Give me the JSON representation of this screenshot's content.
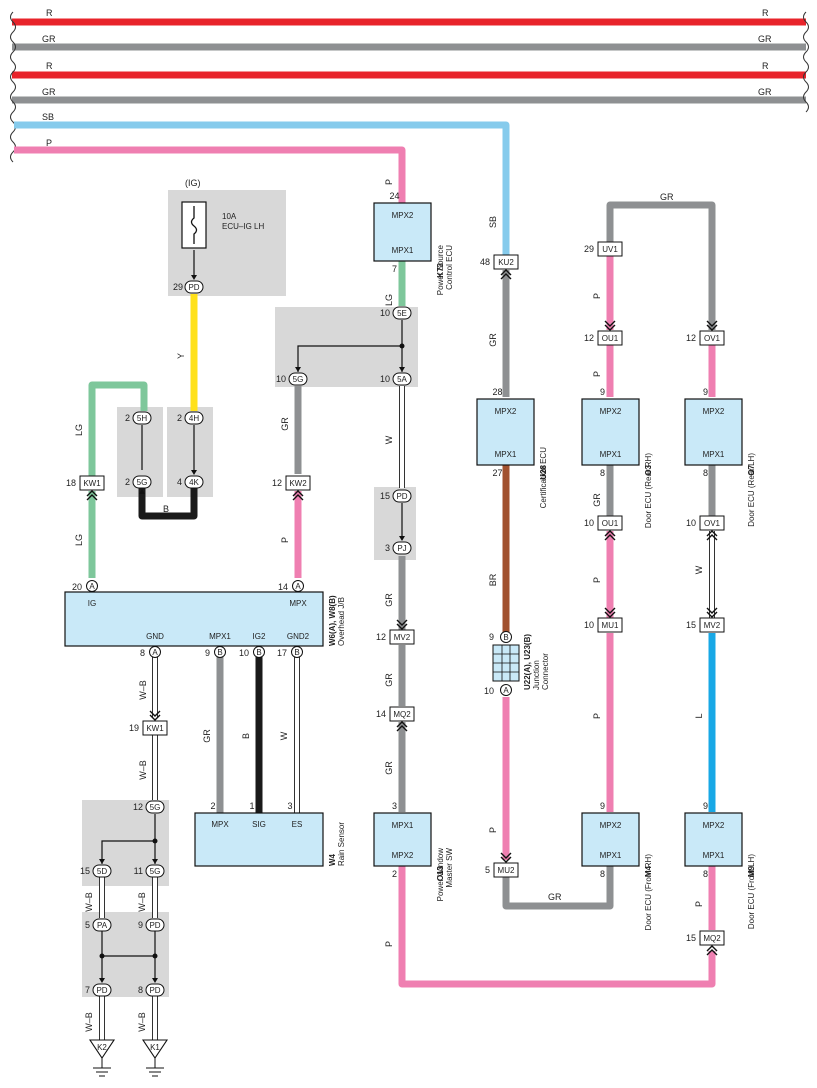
{
  "colors": {
    "R": "#e8242b",
    "GR": "#8e9092",
    "SB": "#86cbec",
    "P": "#ef7fb1",
    "LG": "#7ec79b",
    "Y": "#ffe11a",
    "B": "#1a1a1a",
    "W": "#ffffff",
    "BR": "#a1512f",
    "L": "#18a8e6",
    "WB": "#ffffff",
    "ecu": "#c9e9f8",
    "junction": "#d8d8d8"
  },
  "bus_wires": [
    {
      "code": "R"
    },
    {
      "code": "GR"
    },
    {
      "code": "R"
    },
    {
      "code": "GR"
    },
    {
      "code": "SB"
    },
    {
      "code": "P"
    }
  ],
  "fuse": {
    "group": "(IG)",
    "rating": "10A",
    "name": "ECU–IG LH",
    "pin": "29",
    "conn": "PD"
  },
  "components": {
    "K73": {
      "id": "K73",
      "name1": "Power Source",
      "name2": "Control ECU",
      "t1": "MPX2",
      "t2": "MPX1",
      "p1": "24",
      "p2": "7"
    },
    "U28": {
      "id": "U28",
      "name1": "Certification ECU",
      "name2": "",
      "t1": "MPX2",
      "t2": "MPX1",
      "p1": "28",
      "p2": "27"
    },
    "O3": {
      "id": "O3",
      "name1": "Door ECU (Rear RH)",
      "name2": "",
      "t1": "MPX2",
      "t2": "MPX1",
      "p1": "9",
      "p2": "8"
    },
    "O7": {
      "id": "O7",
      "name1": "Door ECU (Rear LH)",
      "name2": "",
      "t1": "MPX2",
      "t2": "MPX1",
      "p1": "9",
      "p2": "8"
    },
    "W6": {
      "id": "W6(A), W8(B)",
      "name1": "Overhead J/B",
      "ig": "IG",
      "mpx": "MPX",
      "gnd": "GND",
      "mpx1": "MPX1",
      "ig2": "IG2",
      "gnd2": "GND2",
      "p_ig": "20",
      "p_mpx": "14",
      "p_gnd": "8",
      "p_mpx1": "9",
      "p_ig2": "10",
      "p_gnd2": "17",
      "c_a": "A",
      "c_b": "B"
    },
    "W4": {
      "id": "W4",
      "name1": "Rain Sensor",
      "t1": "MPX",
      "t2": "SIG",
      "t3": "ES",
      "p1": "2",
      "p2": "1",
      "p3": "3"
    },
    "O13": {
      "id": "O13",
      "name1": "Power Window",
      "name2": "Master SW",
      "t1": "MPX1",
      "t2": "MPX2",
      "p1": "3",
      "p2": "2"
    },
    "M4": {
      "id": "M4",
      "name1": "Door ECU (Front RH)",
      "name2": "",
      "t1": "MPX2",
      "t2": "MPX1",
      "p1": "9",
      "p2": "8"
    },
    "M9": {
      "id": "M9",
      "name1": "Door ECU (Front LH)",
      "name2": "",
      "t1": "MPX2",
      "t2": "MPX1",
      "p1": "9",
      "p2": "8"
    },
    "U22": {
      "id": "U22(A), U23(B)",
      "name1": "Junction",
      "name2": "Connector",
      "p_top": "9",
      "c_top": "B",
      "p_bot": "10",
      "c_bot": "A"
    }
  },
  "connectors": {
    "KU2": {
      "pin": "48",
      "label": "KU2"
    },
    "UV1": {
      "pin": "29",
      "label": "UV1"
    },
    "OU1a": {
      "pin": "12",
      "label": "OU1"
    },
    "OV1a": {
      "pin": "12",
      "label": "OV1"
    },
    "OU1b": {
      "pin": "10",
      "label": "OU1"
    },
    "OV1b": {
      "pin": "10",
      "label": "OV1"
    },
    "MU1": {
      "pin": "10",
      "label": "MU1"
    },
    "MV2b": {
      "pin": "15",
      "label": "MV2"
    },
    "KW1a": {
      "pin": "18",
      "label": "KW1"
    },
    "KW2": {
      "pin": "12",
      "label": "KW2"
    },
    "MV2a": {
      "pin": "12",
      "label": "MV2"
    },
    "MQ2a": {
      "pin": "14",
      "label": "MQ2"
    },
    "KW1b": {
      "pin": "19",
      "label": "KW1"
    },
    "MU2": {
      "pin": "5",
      "label": "MU2"
    },
    "MQ2b": {
      "pin": "15",
      "label": "MQ2"
    }
  },
  "jb_pins": {
    "5E": {
      "pin": "10",
      "label": "5E"
    },
    "5G_top": {
      "pin": "10",
      "label": "5G"
    },
    "5A": {
      "pin": "10",
      "label": "5A"
    },
    "5H": {
      "pin": "2",
      "label": "5H"
    },
    "4H": {
      "pin": "2",
      "label": "4H"
    },
    "5G_mid": {
      "pin": "2",
      "label": "5G"
    },
    "4K": {
      "pin": "4",
      "label": "4K"
    },
    "PD_a": {
      "pin": "15",
      "label": "PD"
    },
    "PJ": {
      "pin": "3",
      "label": "PJ"
    },
    "5G_gnd": {
      "pin": "12",
      "label": "5G"
    },
    "5D": {
      "pin": "15",
      "label": "5D"
    },
    "5G_b": {
      "pin": "11",
      "label": "5G"
    },
    "PA": {
      "pin": "5",
      "label": "PA"
    },
    "PD_b": {
      "pin": "9",
      "label": "PD"
    },
    "PD_c": {
      "pin": "7",
      "label": "PD"
    },
    "PD_d": {
      "pin": "8",
      "label": "PD"
    }
  },
  "grounds": {
    "g1": "K2",
    "g2": "K1"
  }
}
